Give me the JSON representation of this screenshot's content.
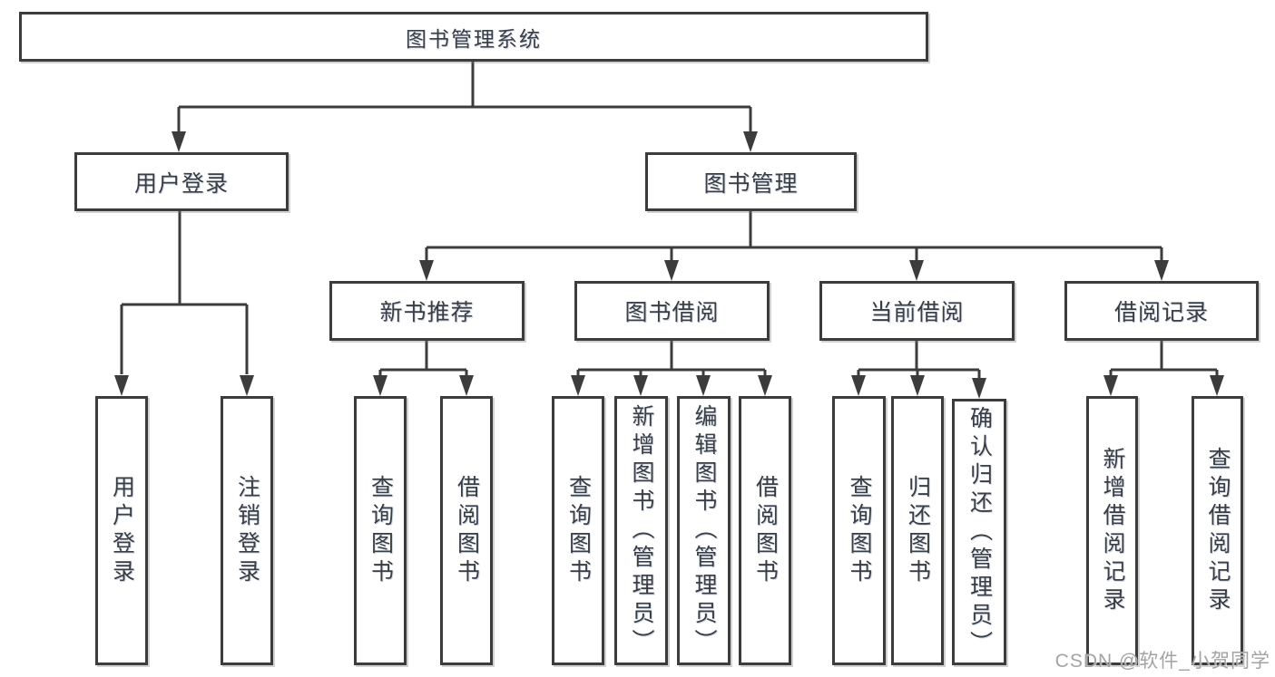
{
  "tree": {
    "label": "图书管理系统",
    "children": [
      {
        "label": "用户登录",
        "children": [
          {
            "label": "用户登录"
          },
          {
            "label": "注销登录"
          }
        ]
      },
      {
        "label": "图书管理",
        "children": [
          {
            "label": "新书推荐",
            "children": [
              {
                "label": "查询图书"
              },
              {
                "label": "借阅图书"
              }
            ]
          },
          {
            "label": "图书借阅",
            "children": [
              {
                "label": "查询图书"
              },
              {
                "label": "新增图书（管理员）"
              },
              {
                "label": "编辑图书（管理员）"
              },
              {
                "label": "借阅图书"
              }
            ]
          },
          {
            "label": "当前借阅",
            "children": [
              {
                "label": "查询图书"
              },
              {
                "label": "归还图书"
              },
              {
                "label": "确认归还（管理员）"
              }
            ]
          },
          {
            "label": "借阅记录",
            "children": [
              {
                "label": "新增借阅记录"
              },
              {
                "label": "查询借阅记录"
              }
            ]
          }
        ]
      }
    ]
  },
  "watermark": "CSDN @软件_小贺同学",
  "colors": {
    "line": "#3c3c3c",
    "text": "#3d3d3d",
    "background": "#ffffff",
    "watermark": "#a3a3a3"
  }
}
